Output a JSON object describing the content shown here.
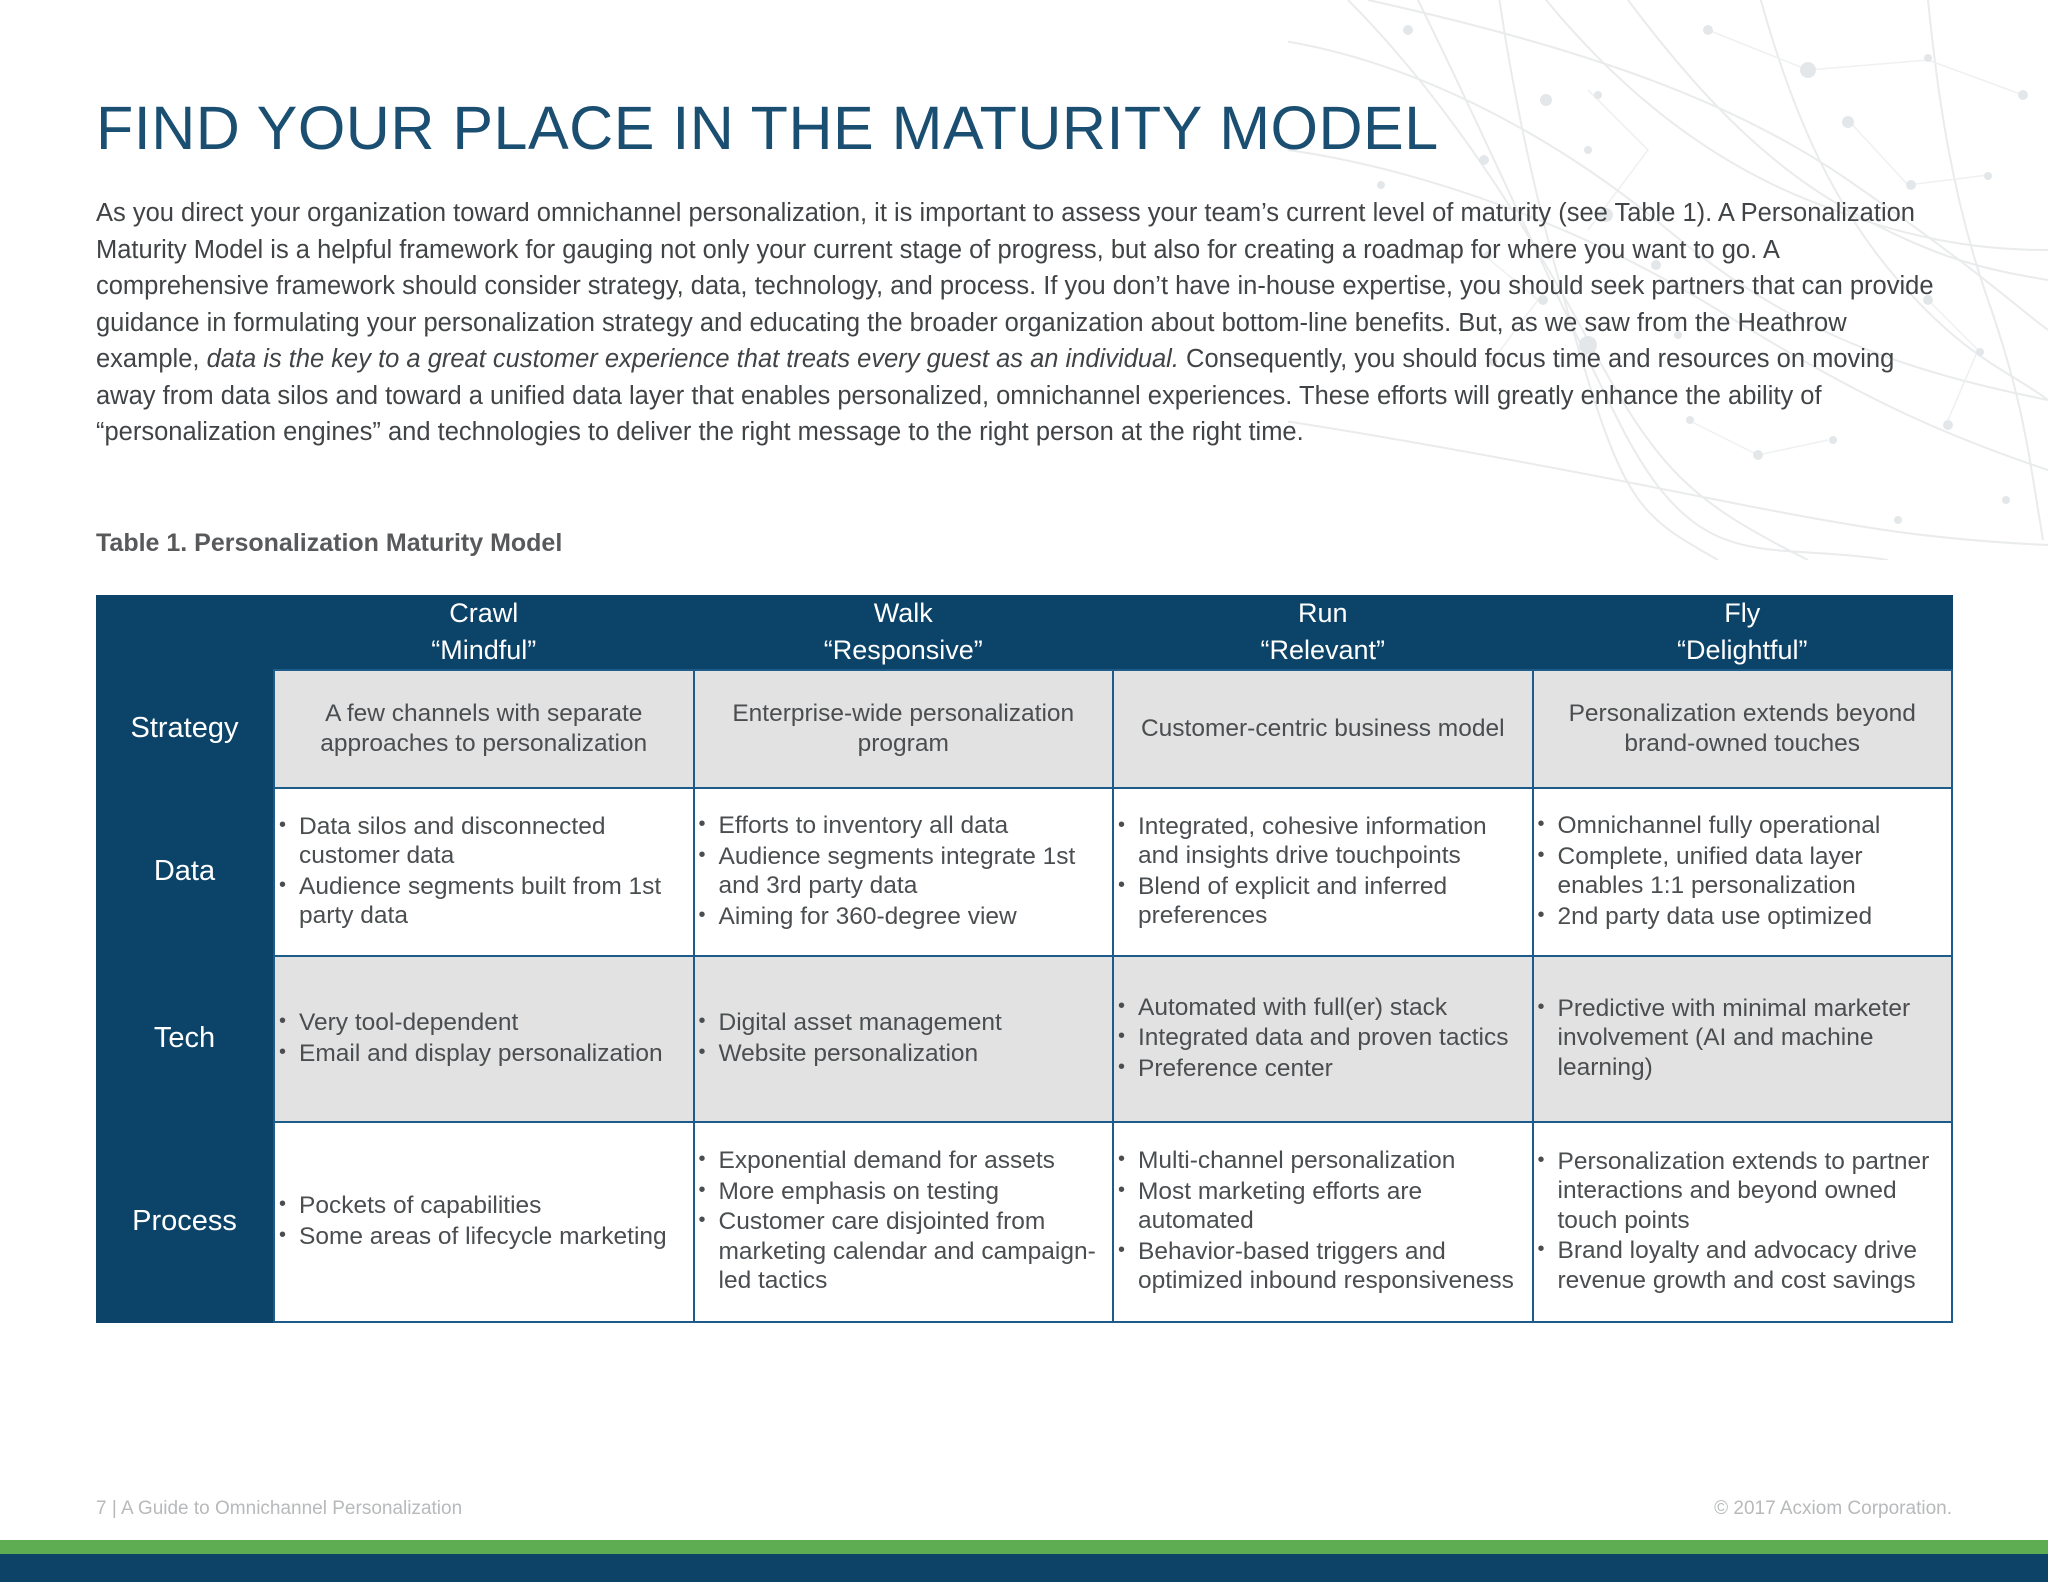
{
  "document": {
    "title": "FIND YOUR PLACE IN THE MATURITY MODEL",
    "intro_part1": "As you direct your organization toward omnichannel personalization, it is important to assess your team’s current level of maturity (see Table 1). A Personalization Maturity Model is a helpful framework for gauging not only your current stage of progress, but also for creating a roadmap for where you want to go. A comprehensive framework should consider strategy, data, technology, and process. If you don’t have in-house expertise, you should seek partners that can provide guidance in formulating your personalization strategy and educating the broader organization about bottom-line benefits. But, as we saw from the Heathrow example, ",
    "intro_emphasis": "data is the key to a great customer experience that treats every guest as an individual.",
    "intro_part2": " Consequently, you should focus time and resources on moving away from data silos and toward a unified data layer that enables personalized, omnichannel experiences. These efforts will greatly enhance the ability of “personalization engines” and technologies to deliver the right message to the right person at the right time.",
    "table_caption": "Table 1. Personalization Maturity Model"
  },
  "colors": {
    "navy": "#0b4369",
    "title_blue": "#1b4f72",
    "green_bar": "#5fad53",
    "cell_shade": "#e2e2e2",
    "cell_border": "#1d5c8a",
    "body_text": "#414446"
  },
  "table": {
    "columns": [
      {
        "stage": "Crawl",
        "quote": "“Mindful”"
      },
      {
        "stage": "Walk",
        "quote": "“Responsive”"
      },
      {
        "stage": "Run",
        "quote": "“Relevant”"
      },
      {
        "stage": "Fly",
        "quote": "“Delightful”"
      }
    ],
    "rows": [
      {
        "label": "Strategy",
        "style": "shade",
        "cells": [
          {
            "type": "text",
            "text": "A few channels with separate approaches to personalization"
          },
          {
            "type": "text",
            "text": "Enterprise-wide personalization program"
          },
          {
            "type": "text",
            "text": "Customer-centric business model"
          },
          {
            "type": "text",
            "text": "Personalization extends beyond brand-owned touches"
          }
        ]
      },
      {
        "label": "Data",
        "style": "plain",
        "cells": [
          {
            "type": "list",
            "items": [
              "Data silos and disconnected customer data",
              "Audience segments built from 1st party data"
            ]
          },
          {
            "type": "list",
            "items": [
              "Efforts to inventory all data",
              "Audience segments integrate 1st and 3rd party data",
              "Aiming for 360-degree view"
            ]
          },
          {
            "type": "list",
            "items": [
              "Integrated, cohesive information and insights drive touchpoints",
              "Blend of explicit and inferred preferences"
            ]
          },
          {
            "type": "list",
            "items": [
              "Omnichannel fully operational",
              "Complete, unified data layer enables 1:1 personalization",
              "2nd party data use optimized"
            ]
          }
        ]
      },
      {
        "label": "Tech",
        "style": "shade",
        "cells": [
          {
            "type": "list",
            "items": [
              "Very tool-dependent",
              "Email and display personalization"
            ]
          },
          {
            "type": "list",
            "items": [
              "Digital asset management",
              "Website personalization"
            ]
          },
          {
            "type": "list",
            "items": [
              "Automated with full(er) stack",
              "Integrated data and  proven tactics",
              "Preference center"
            ]
          },
          {
            "type": "list",
            "items": [
              "Predictive with minimal marketer involvement (AI  and machine learning)"
            ]
          }
        ]
      },
      {
        "label": "Process",
        "style": "plain",
        "cells": [
          {
            "type": "list",
            "items": [
              "Pockets of capabilities",
              "Some areas of lifecycle marketing"
            ]
          },
          {
            "type": "list",
            "items": [
              "Exponential demand for assets",
              "More emphasis on testing",
              "Customer care disjointed from marketing calendar and campaign-led tactics"
            ]
          },
          {
            "type": "list",
            "items": [
              "Multi-channel personalization",
              "Most marketing efforts are automated",
              "Behavior-based triggers and optimized inbound responsiveness"
            ]
          },
          {
            "type": "list",
            "items": [
              "Personalization extends to partner interactions and beyond owned touch points",
              "Brand loyalty and advocacy drive revenue growth and cost savings"
            ]
          }
        ]
      }
    ]
  },
  "footer": {
    "left": "7 | A Guide to Omnichannel Personalization",
    "right": "© 2017 Acxiom Corporation."
  }
}
